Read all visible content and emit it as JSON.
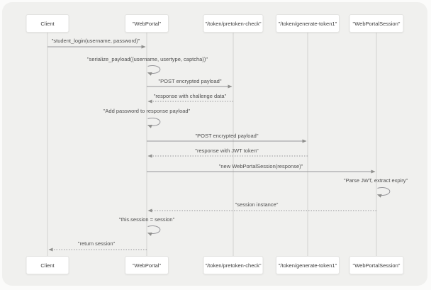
{
  "diagram": {
    "type": "sequence-diagram",
    "colors": {
      "page_background": "#fbfbfa",
      "canvas_background": "#f0f0ee",
      "participant_box_fill": "#ffffff",
      "participant_box_border": "#e3e3e1",
      "lifeline": "#d2d2d0",
      "arrow": "#96969a",
      "text": "#4f4f4f"
    },
    "participants": [
      {
        "id": "client",
        "label": "Client"
      },
      {
        "id": "webportal",
        "label": "\"WebPortal\""
      },
      {
        "id": "pretoken",
        "label": "\"/token/pretoken-check\""
      },
      {
        "id": "generate",
        "label": "\"/token/generate-token1\""
      },
      {
        "id": "session",
        "label": "\"WebPortalSession\""
      }
    ],
    "messages": [
      {
        "from": "client",
        "to": "webportal",
        "kind": "solid",
        "label": "\"student_login(username, password)\""
      },
      {
        "from": "webportal",
        "to": "webportal",
        "kind": "self",
        "label": "\"serialize_payload({username, usertype, captcha})\""
      },
      {
        "from": "webportal",
        "to": "pretoken",
        "kind": "solid",
        "label": "\"POST encrypted payload\""
      },
      {
        "from": "pretoken",
        "to": "webportal",
        "kind": "dotted",
        "label": "\"response with challenge data\""
      },
      {
        "from": "webportal",
        "to": "webportal",
        "kind": "self",
        "label": "\"Add password to response payload\""
      },
      {
        "from": "webportal",
        "to": "generate",
        "kind": "solid",
        "label": "\"POST encrypted payload\""
      },
      {
        "from": "generate",
        "to": "webportal",
        "kind": "dotted",
        "label": "\"response with JWT token\""
      },
      {
        "from": "webportal",
        "to": "session",
        "kind": "solid",
        "label": "\"new WebPortalSession(response)\""
      },
      {
        "from": "session",
        "to": "session",
        "kind": "self",
        "label": "\"Parse JWT, extract expiry\""
      },
      {
        "from": "session",
        "to": "webportal",
        "kind": "dotted",
        "label": "\"session instance\""
      },
      {
        "from": "webportal",
        "to": "webportal",
        "kind": "self",
        "label": "\"this.session = session\""
      },
      {
        "from": "webportal",
        "to": "client",
        "kind": "dotted",
        "label": "\"return session\""
      }
    ]
  }
}
